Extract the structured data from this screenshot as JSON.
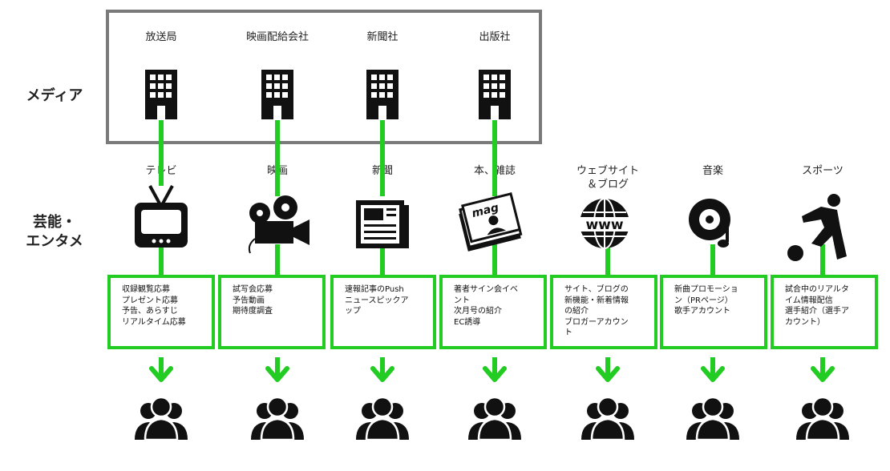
{
  "row_labels": {
    "media": "メディア",
    "entertainment": "芸能・\nエンタメ"
  },
  "media_companies": [
    {
      "label": "放送局",
      "icon": "office-building-icon"
    },
    {
      "label": "映画配給会社",
      "icon": "office-building-icon"
    },
    {
      "label": "新聞社",
      "icon": "office-building-icon"
    },
    {
      "label": "出版社",
      "icon": "office-building-icon"
    }
  ],
  "categories": [
    {
      "label": "テレビ",
      "icon": "tv-icon",
      "text": "収録観覧応募\nプレゼント応募\n予告、あらすじ\nリアルタイム応募"
    },
    {
      "label": "映画",
      "icon": "movie-camera-icon",
      "text": "試写会応募\n予告動画\n期待度調査"
    },
    {
      "label": "新聞",
      "icon": "newspaper-icon",
      "text": "速報記事のPush\nニュースピックア\nップ"
    },
    {
      "label": "本、雑誌",
      "icon": "magazine-icon",
      "text": "著者サイン会イベ\nント\n次月号の紹介\nEC誘導"
    },
    {
      "label": "ウェブサイト\n＆ブログ",
      "icon": "www-globe-icon",
      "text": "サイト、ブログの\n新機能・新着情報\nの紹介\nブロガーアカウン\nト"
    },
    {
      "label": "音楽",
      "icon": "music-disc-icon",
      "text": "新曲プロモーショ\nン（PRページ）\n歌手アカウント"
    },
    {
      "label": "スポーツ",
      "icon": "soccer-player-icon",
      "text": "試合中のリアルタ\nイム情報配信\n選手紹介（選手ア\nカウント）"
    }
  ],
  "colors": {
    "accent_green": "#22cc22",
    "frame_gray": "#7a7a7a",
    "icon_black": "#111111"
  },
  "audience_icon": "users-group-icon"
}
